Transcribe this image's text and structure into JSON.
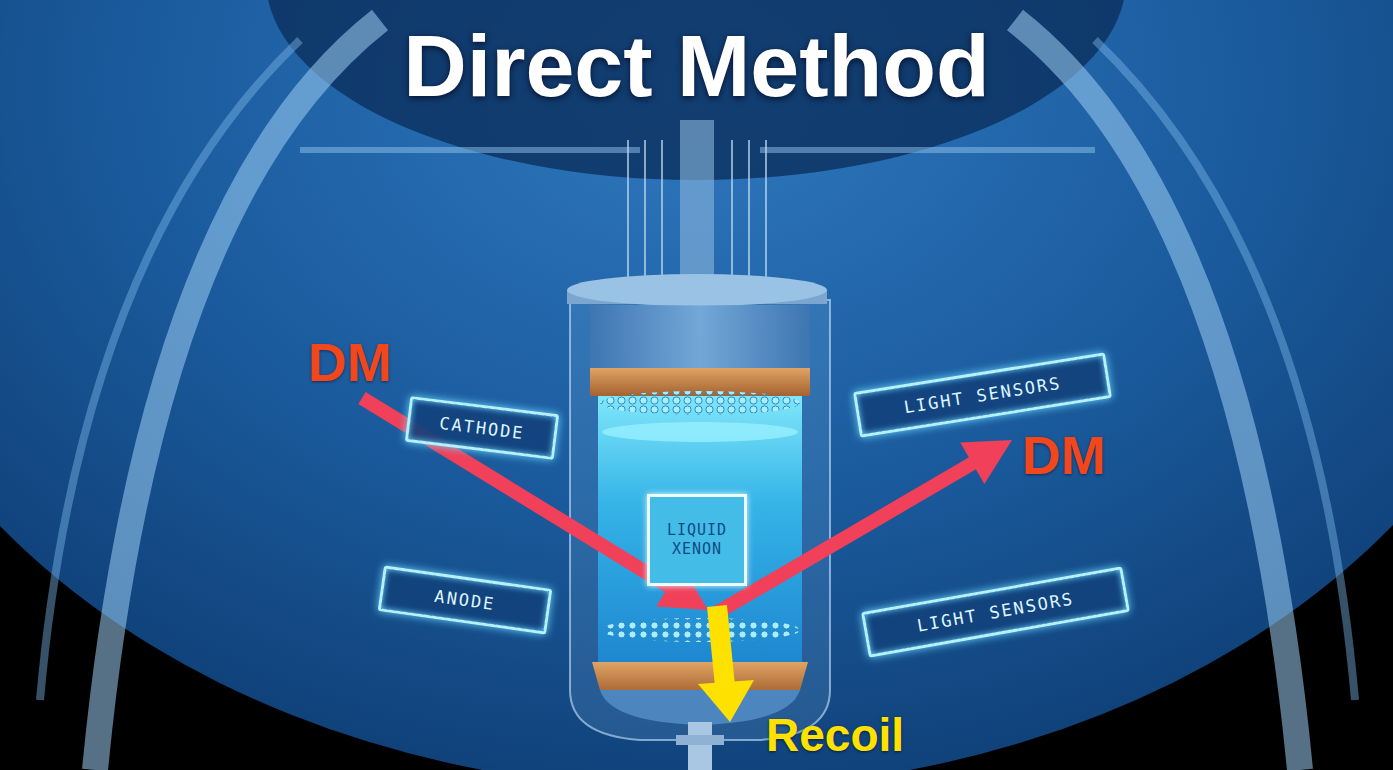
{
  "diagram": {
    "title": "Direct Method",
    "nodes": [
      {
        "text": [
          "CATHODE"
        ]
      },
      {
        "text": [
          "LIGHT SENSORS"
        ]
      },
      {
        "text": [
          "LIQUID XENON"
        ]
      },
      {
        "text": [
          "ANODE"
        ]
      },
      {
        "text": [
          "LIGHT SENSORS"
        ]
      }
    ],
    "labels": [
      "DM",
      "DM",
      "Recoil"
    ]
  }
}
